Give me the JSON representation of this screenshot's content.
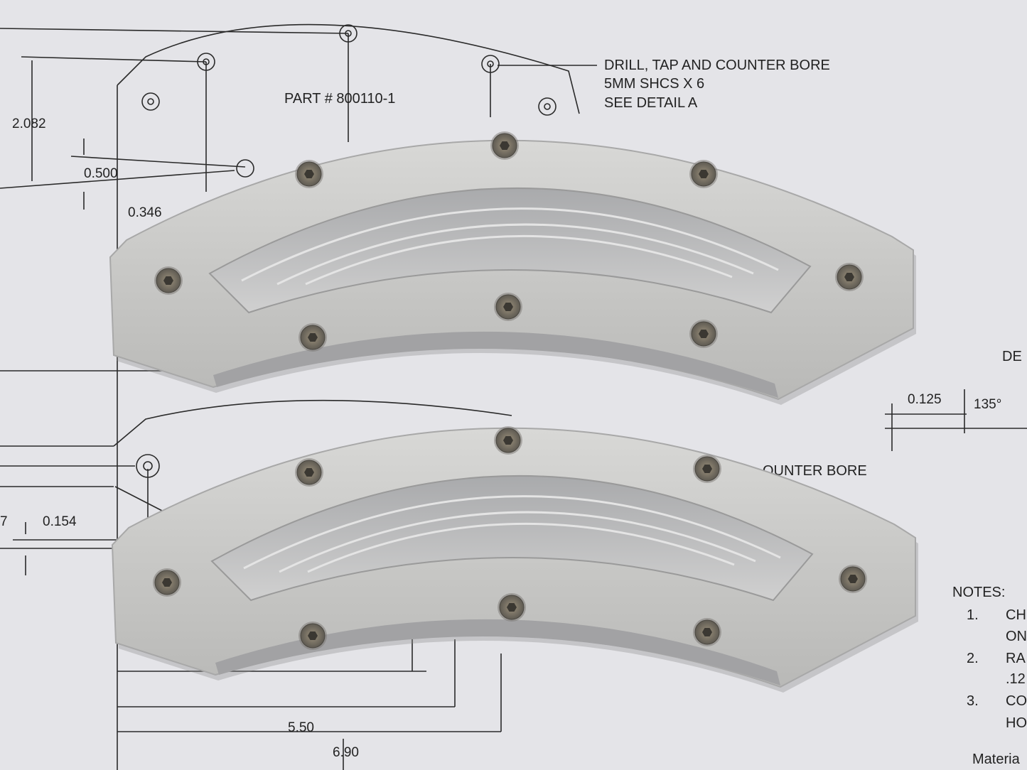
{
  "drawing": {
    "callout": [
      "DRILL, TAP AND COUNTER BORE",
      "5MM SHCS X 6",
      "SEE DETAIL A"
    ],
    "part_number": "PART # 800110-1",
    "dims": {
      "d1": "2.082",
      "d2": "0.500",
      "d3": "0.346",
      "d4": "0.125",
      "d5": "135°",
      "d6": "0.154",
      "d7": "7",
      "d8": "5.50",
      "d9": "6.90"
    },
    "detail_label": "DE",
    "callout_partial": "OUNTER BORE",
    "notes_title": "NOTES:",
    "notes": [
      {
        "num": "1.",
        "lines": [
          "CH",
          "ON"
        ]
      },
      {
        "num": "2.",
        "lines": [
          "RA",
          ".12"
        ]
      },
      {
        "num": "3.",
        "lines": [
          "CO",
          "HO"
        ]
      }
    ],
    "material": "Materia"
  },
  "colors": {
    "paper": "#e4e4e8",
    "aluminum": "#c9c9c9",
    "bolt": "#8a8070"
  }
}
